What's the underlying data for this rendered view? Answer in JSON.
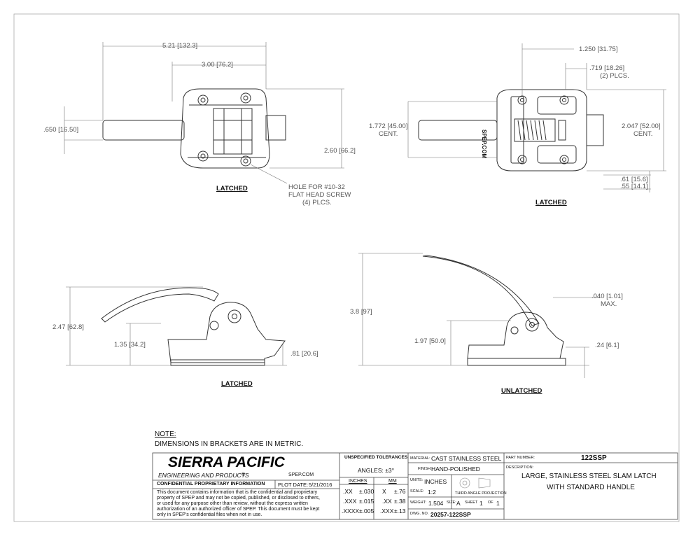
{
  "views": {
    "top_left": {
      "label": "LATCHED",
      "dims": [
        "5.21 [132.3]",
        "3.00 [76.2]",
        ".650 [16.50]",
        "2.60 [66.2]"
      ],
      "callout": [
        "HOLE FOR #10-32",
        "FLAT HEAD SCREW",
        "(4) PLCS."
      ]
    },
    "top_right": {
      "label": "LATCHED",
      "brand_text": "SPEP.COM",
      "dims": [
        "1.250 [31.75]",
        ".719 [18.26]",
        "(2) PLCS.",
        "1.772 [45.00]",
        "CENT.",
        "2.047 [52.00]",
        "CENT.",
        ".61 [15.6]",
        ".55 [14.1]"
      ]
    },
    "bottom_left": {
      "label": "LATCHED",
      "dims": [
        "2.47 [62.8]",
        "1.35 [34.2]",
        ".81 [20.6]"
      ]
    },
    "bottom_right": {
      "label": "UNLATCHED",
      "dims": [
        "3.8 [97]",
        ".040 [1.01]",
        "MAX.",
        "1.97 [50.0]",
        ".24 [6.1]"
      ]
    }
  },
  "note": {
    "title": "NOTE:",
    "text": "DIMENSIONS IN BRACKETS ARE IN METRIC."
  },
  "title_block": {
    "company": "SIERRA PACIFIC",
    "company_sub": "ENGINEERING AND PRODUCTS",
    "registered": "®",
    "website": "SPEP.COM",
    "confidential_heading": "CONFIDENTIAL PROPRIETARY INFORMATION",
    "plot_date_label": "PLOT DATE:",
    "plot_date": "5/21/2016",
    "confidential_text": [
      "This document contains information that is the confidential and proprietary",
      "property of SPEP and may not be copied, published, or disclosed to others,",
      "or used for any purpose  other than review, without the express written",
      "authorization of an authorized officer of SPEP. This document must be kept",
      "only in SPEP's confidential files when not in use."
    ],
    "tolerances_heading": "UNSPECIFIED TOLERANCES",
    "angles": "ANGLES: ±3°",
    "inches_heading": "INCHES",
    "mm_heading": "MM",
    "tol_inches": [
      [
        ".XX",
        "±.030"
      ],
      [
        ".XXX",
        "±.015"
      ],
      [
        ".XXXX",
        "±.005"
      ]
    ],
    "tol_mm": [
      [
        "X",
        "±.76"
      ],
      [
        ".XX",
        "±.38"
      ],
      [
        ".XXX",
        "±.13"
      ]
    ],
    "material_label": "MATERIAL:",
    "material": "CAST STAINLESS STEEL",
    "finish_label": "FINISH:",
    "finish": "HAND-POLISHED",
    "units_label": "UNITS:",
    "units": "INCHES",
    "projection": "THIRD ANGLE PROJECTION",
    "scale_label": "SCALE:",
    "scale": "1:2",
    "weight_label": "WEIGHT:",
    "weight": "1.504",
    "size_label": "SIZE:",
    "size": "A",
    "sheet_label": "SHEET",
    "sheet": "1",
    "of_label": "OF",
    "of": "1",
    "dwg_label": "DWG. NO.",
    "dwg": "20257-122SSP",
    "part_label": "PART NUMBER:",
    "part": "122SSP",
    "desc_label": "DESCRIPTION:",
    "desc": [
      "LARGE, STAINLESS STEEL SLAM LATCH",
      "WITH STANDARD HANDLE"
    ]
  },
  "colors": {
    "line": "#333333",
    "dim_line": "#777777",
    "border": "#999999"
  }
}
